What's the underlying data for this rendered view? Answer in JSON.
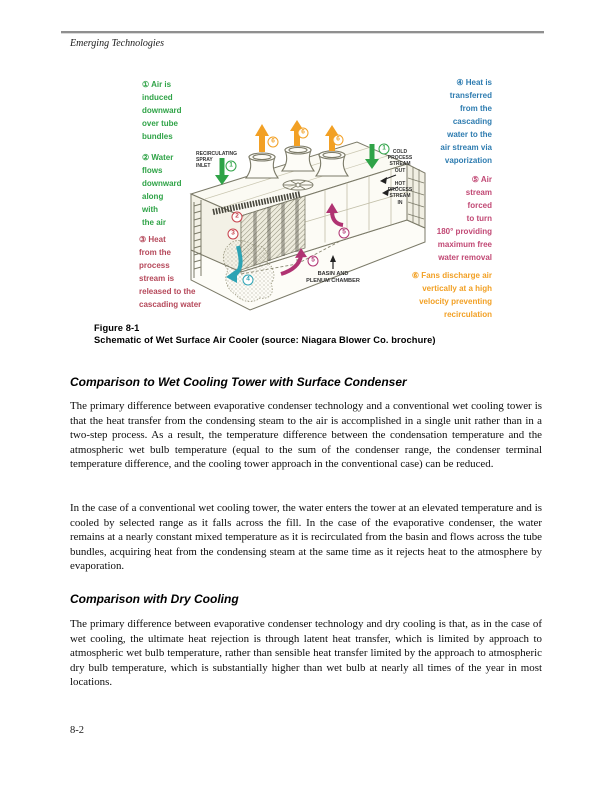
{
  "page": {
    "header": "Emerging Technologies",
    "page_number": "8-2"
  },
  "figure": {
    "caption_label": "Figure 8-1",
    "caption_title": "Schematic of Wet Surface Air Cooler (source: Niagara Blower Co. brochure)",
    "annotations": {
      "left": [
        {
          "text": "① Air is\ninduced\ndownward\nover tube\nbundles",
          "color": "#2FA347"
        },
        {
          "text": "② Water\nflows\ndownward\nalong\nwith\nthe air",
          "color": "#2FA347"
        },
        {
          "text": "③ Heat\nfrom the\nprocess\nstream is\nreleased to the\ncascading water",
          "color": "#B5485A"
        }
      ],
      "right": [
        {
          "text": "④ Heat is\ntransferred\nfrom the\ncascading\nwater to the\nair stream via\nvaporization",
          "color": "#2E7CB0"
        },
        {
          "text": "⑤ Air\nstream\nforced\nto turn\n180° providing\nmaximum free\nwater removal",
          "color": "#C14874"
        },
        {
          "text": "⑥ Fans discharge air\nvertically at a high\nvelocity preventing\nrecirculation",
          "color": "#F2A024"
        }
      ]
    },
    "diagram_labels": {
      "recirculating": "RECIRCULATING\nSPRAY\nINLET",
      "cold": "COLD\nPROCESS\nSTREAM\nOUT",
      "hot": "HOT\nPROCESS\nSTREAM\nIN",
      "basin": "BASIN AND\nPLENUM CHAMBER"
    },
    "marker_numbers": {
      "n1": "1",
      "n2": "2",
      "n3": "3",
      "n4": "4",
      "n5": "5",
      "n6": "6"
    },
    "colors": {
      "green": "#2FA347",
      "red_text": "#B5485A",
      "red_marker": "#C7424C",
      "blue": "#2E7CB0",
      "magenta_text": "#C14874",
      "magenta_arrow": "#B03372",
      "orange": "#F2A024",
      "teal": "#2DA3B4",
      "line_art": "#7B7A68"
    }
  },
  "sections": [
    {
      "heading": "Comparison to Wet Cooling Tower with Surface Condenser",
      "paragraphs": [
        "The primary difference between evaporative condenser technology and a conventional wet cooling tower is that the heat transfer from the condensing steam to the air is accomplished in a single unit rather than in a two-step process. As a result, the temperature difference between the condensation temperature and the atmospheric wet bulb temperature (equal to the sum of the condenser range, the condenser terminal temperature difference, and the cooling tower approach in the conventional case) can be reduced.",
        "In the case of a conventional wet cooling tower, the water enters the tower at an elevated temperature and is cooled by selected range as it falls across the fill. In the case of the evaporative condenser, the water remains at a nearly constant mixed temperature as it is recirculated from the basin and flows across the tube bundles, acquiring heat from the condensing steam at the same time as it rejects heat to the atmosphere by evaporation."
      ]
    },
    {
      "heading": "Comparison with Dry Cooling",
      "paragraphs": [
        "The primary difference between evaporative condenser technology and dry cooling is that, as in the case of wet cooling, the ultimate heat rejection is through latent heat transfer, which is limited by approach to atmospheric wet bulb temperature, rather than sensible heat transfer limited by the approach to atmospheric dry bulb temperature, which is substantially higher than wet bulb at nearly all times of the year in most locations."
      ]
    }
  ]
}
